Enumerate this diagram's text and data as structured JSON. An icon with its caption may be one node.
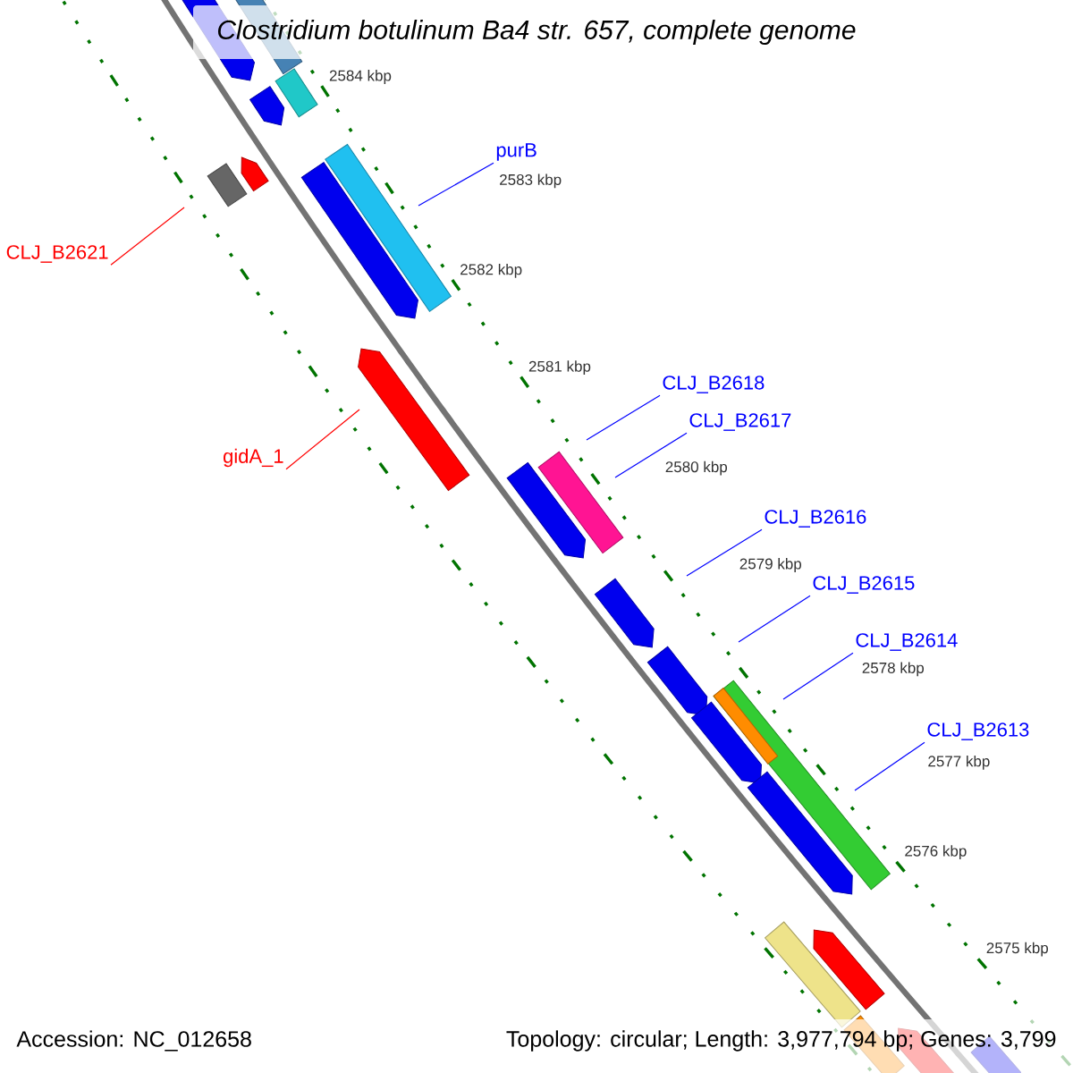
{
  "diagram": {
    "title": "Clostridium botulinum Ba4 str. 657, complete genome",
    "nodes": [
      {
        "text": [
          "purB"
        ]
      },
      {
        "text": [
          "CLJ_B2621"
        ]
      },
      {
        "text": [
          "CLJ_B2618"
        ]
      },
      {
        "text": [
          "CLJ_B2617"
        ]
      },
      {
        "text": [
          "gidA_1"
        ]
      },
      {
        "text": [
          "CLJ_B2616"
        ]
      },
      {
        "text": [
          "CLJ_B2615"
        ]
      },
      {
        "text": [
          "CLJ_B2614"
        ]
      },
      {
        "text": [
          "CLJ_B2613"
        ]
      }
    ],
    "edges": [
      {
        "from": 0,
        "to": null,
        "arrow": "none"
      },
      {
        "from": 1,
        "to": null,
        "arrow": "none",
        "color": "#ff0000"
      },
      {
        "from": 2,
        "to": null,
        "arrow": "none"
      },
      {
        "from": 3,
        "to": null,
        "arrow": "none"
      },
      {
        "from": 4,
        "to": null,
        "arrow": "none",
        "color": "#ff0000"
      },
      {
        "from": 5,
        "to": null,
        "arrow": "none"
      },
      {
        "from": 6,
        "to": null,
        "arrow": "none"
      },
      {
        "from": 7,
        "to": null,
        "arrow": "none"
      },
      {
        "from": 8,
        "to": null,
        "arrow": "none"
      }
    ],
    "labels": [
      "2584 kbp",
      "2583 kbp",
      "2582 kbp",
      "2581 kbp",
      "2580 kbp",
      "2579 kbp",
      "2578 kbp",
      "2577 kbp",
      "2576 kbp",
      "2575 kbp",
      "Accession: NC_012658",
      "Topology: circular; Length: 3,977,794 bp; Genes: 3,799"
    ]
  }
}
